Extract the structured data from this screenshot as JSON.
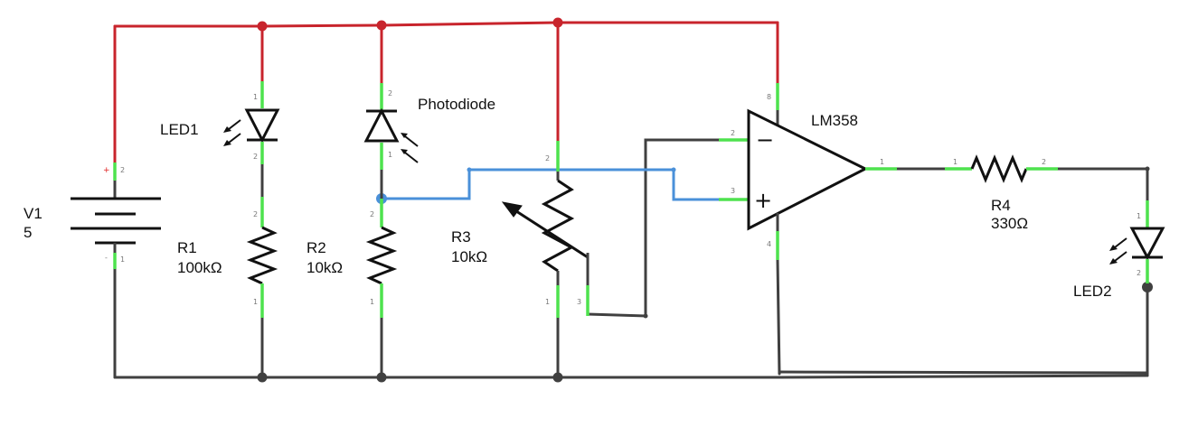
{
  "components": {
    "v1": {
      "name": "V1",
      "value": "5",
      "pin_plus": "+",
      "pin_minus": "-",
      "pin_top": "2",
      "pin_bottom": "1"
    },
    "r1": {
      "name": "R1",
      "value": "100kΩ",
      "pin_top": "2",
      "pin_bottom": "1"
    },
    "r2": {
      "name": "R2",
      "value": "10kΩ",
      "pin_top": "2",
      "pin_bottom": "1"
    },
    "r3": {
      "name": "R3",
      "value": "10kΩ",
      "pin_top": "2",
      "pin_bottom": "1",
      "pin_wiper": "3"
    },
    "r4": {
      "name": "R4",
      "value": "330Ω",
      "pin_left": "1",
      "pin_right": "2"
    },
    "led1": {
      "name": "LED1",
      "pin_top": "1",
      "pin_bottom": "2"
    },
    "led2": {
      "name": "LED2",
      "pin_top": "1",
      "pin_bottom": "2"
    },
    "photodiode": {
      "name": "Photodiode",
      "pin_top": "2",
      "pin_bottom": "1"
    },
    "lm358": {
      "name": "LM358",
      "pin_vcc": "8",
      "pin_gnd": "4",
      "pin_inv": "2",
      "pin_noninv": "3",
      "pin_out": "1",
      "sign_minus": "−",
      "sign_plus": "+"
    }
  },
  "colors": {
    "vcc_wire": "#c8242c",
    "ground_wire": "#404040",
    "signal_wire": "#4a90d9",
    "pin_highlight": "#4ee24e"
  }
}
